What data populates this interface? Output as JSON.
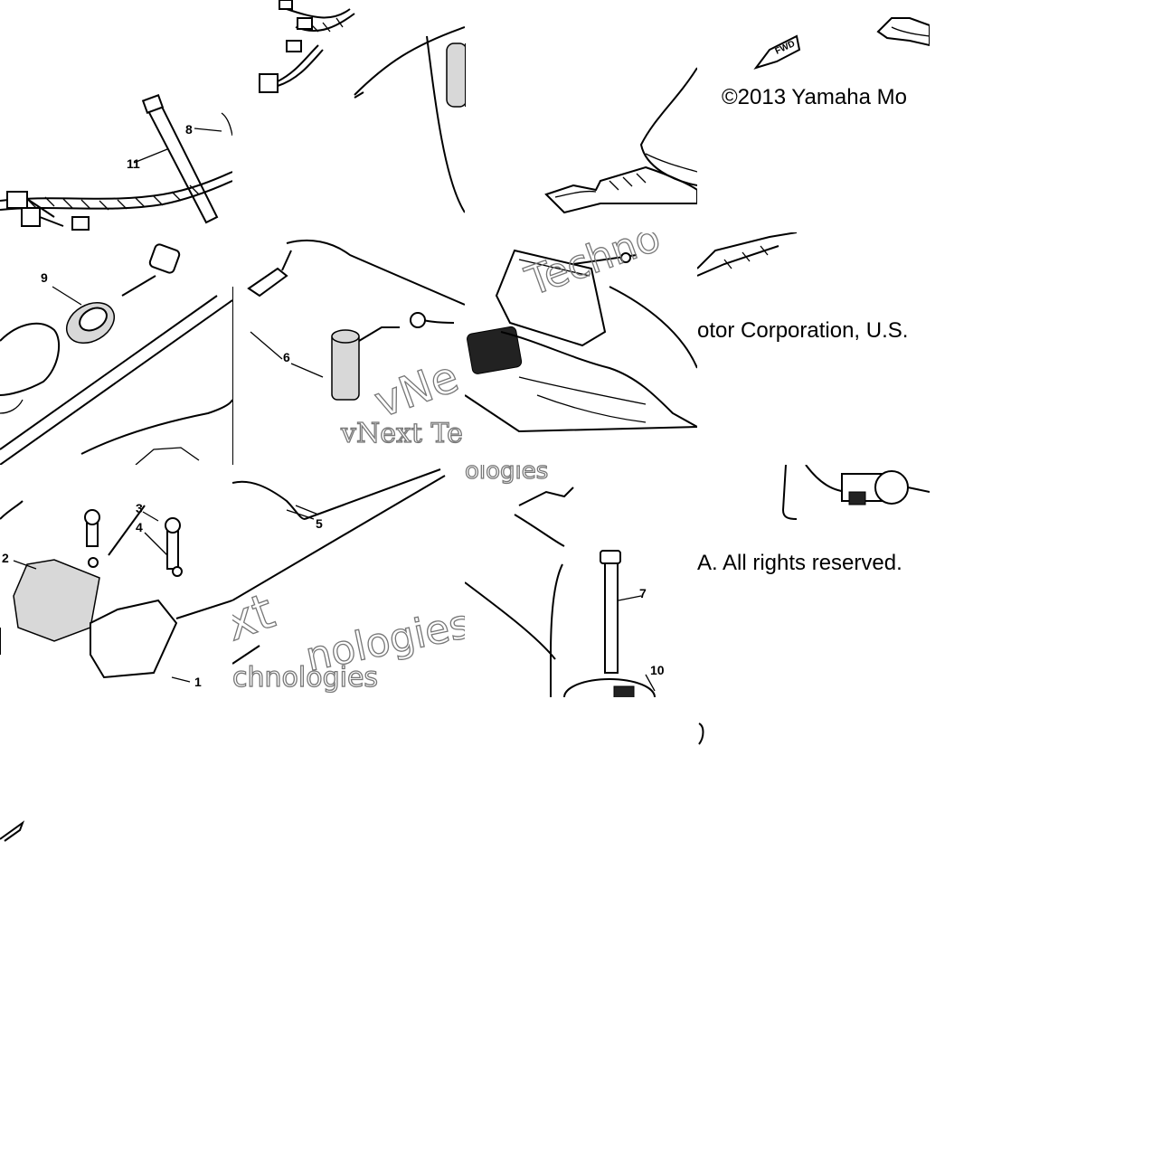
{
  "copyright": {
    "line1": "©2013 Yamaha Mo",
    "line2": "otor Corporation, U.S.",
    "line3": "A. All rights reserved."
  },
  "fwd_label": "FWD",
  "watermark": {
    "words": [
      "Techno",
      "vNext Te",
      "vNe",
      "ologies",
      "xt",
      "nologies",
      "chnologies"
    ]
  },
  "callouts": [
    "1",
    "2",
    "3",
    "4",
    "5",
    "6",
    "7",
    "8",
    "9",
    "10",
    "11"
  ]
}
